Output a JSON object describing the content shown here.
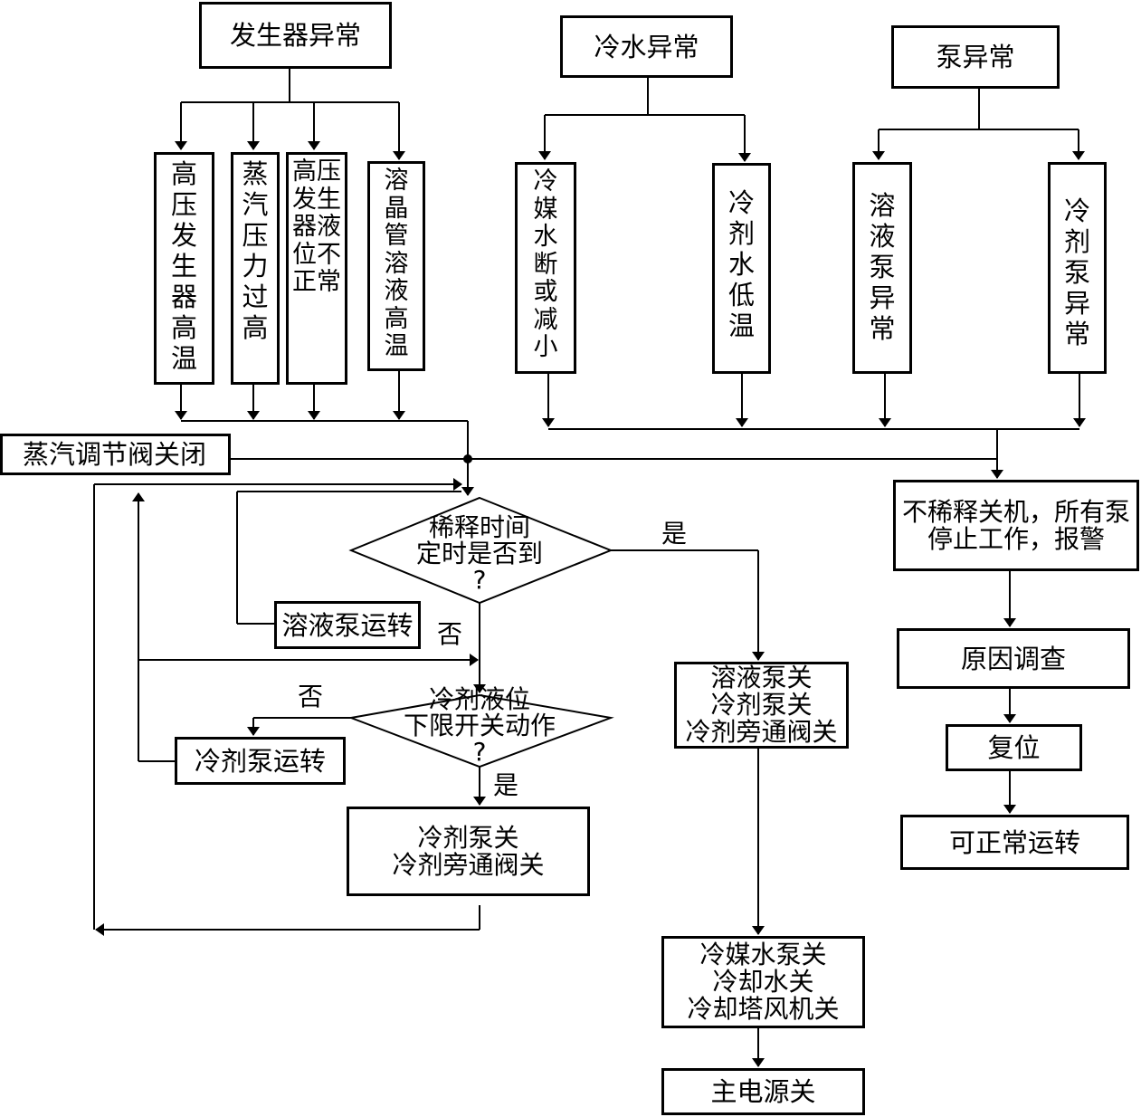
{
  "headers": {
    "generator": "发生器异常",
    "cold_water": "冷水异常",
    "pump": "泵异常"
  },
  "generator_causes": [
    "高压发生器高温",
    "蒸汽压力过高",
    "高压发生器液位不正常",
    "溶晶管溶液高温"
  ],
  "cold_water_causes": [
    "冷媒水断或减小",
    "冷剂水低温"
  ],
  "pump_causes": [
    "溶液泵异常",
    "冷剂泵异常"
  ],
  "steam_valve": "蒸汽调节阀关闭",
  "dilution": {
    "decision": "稀释时间\n定时是否到\n?",
    "yes": "是",
    "no": "否",
    "solution_pump_run": "溶液泵运转",
    "stop_box": "溶液泵关\n冷剂泵关\n冷剂旁通阀关",
    "stop_box2": "冷媒水泵关\n冷却水关\n冷却塔风机关",
    "main_power": "主电源关"
  },
  "refrigerant": {
    "decision": "冷剂液位\n下限开关动作\n?",
    "no": "否",
    "yes": "是",
    "pump_run": "冷剂泵运转",
    "off_box": "冷剂泵关\n冷剂旁通阀关"
  },
  "shutdown": {
    "alarm": "不稀释关机，所有泵\n停止工作，报警",
    "investigate": "原因调查",
    "reset": "复位",
    "normal": "可正常运转"
  }
}
